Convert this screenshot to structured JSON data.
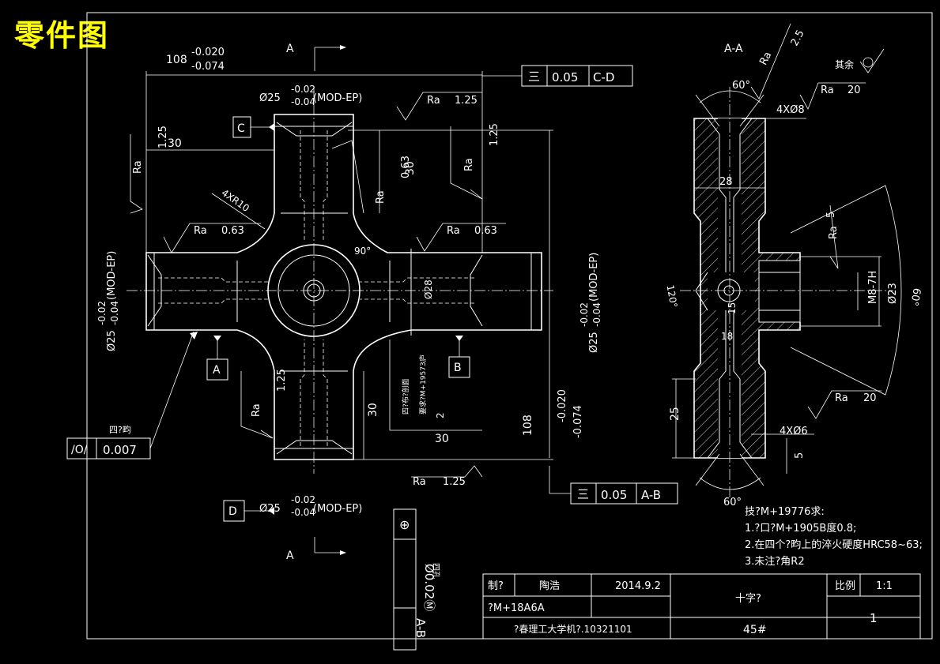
{
  "title": "零件图",
  "section_marks": {
    "front_top": "A",
    "front_bottom": "A",
    "side_view": "A-A"
  },
  "dimensions": {
    "overall_top": "108",
    "overall_top_upper": "-0.020",
    "overall_top_lower": "-0.074",
    "overall_right": "108",
    "overall_right_upper": "-0.020",
    "overall_right_lower": "-0.074",
    "arm_width_left": "30",
    "arm_width_top": "30",
    "arm_width_bottom_v": "30",
    "arm_width_bottom_h": "30",
    "arm_dia_main": "Ø25",
    "arm_dia_upper": "-0.02",
    "arm_dia_lower": "-0.04",
    "mod_suffix": "(MOD-EP)",
    "center_dia": "Ø28",
    "fillet": "4XR10",
    "angle_center": "90°",
    "small_gap": "2",
    "side_top_angle": "60°",
    "side_bottom_angle": "60°",
    "side_hole_top": "4XØ8",
    "side_hole_bottom": "4XØ6",
    "side_dia_28": "28",
    "side_120": "120°",
    "side_m8": "M8-7H",
    "side_d23": "Ø23",
    "side_60": "60°",
    "side_15": "15",
    "side_18": "18",
    "side_25": "25",
    "side_5": "5"
  },
  "roughness": {
    "prefix": "Ra",
    "r_125_left": "1.25",
    "r_063_left": "0.63",
    "r_125_top": "1.25",
    "r_063_mid": "0.63",
    "r_125_right": "1.25",
    "r_063_right": "0.63",
    "r_125_bottom": "1.25",
    "r_125_bottom_right": "1.25",
    "side_25": "2.5",
    "side_20_top": "20",
    "side_5": "5",
    "side_20_bottom": "20",
    "remaining_label": "其余"
  },
  "datums": {
    "a": "A",
    "b": "B",
    "c": "C",
    "d": "D"
  },
  "tolerance_frames": {
    "top": {
      "symbol": "三",
      "value": "0.05",
      "datum": "C-D"
    },
    "bottom": {
      "symbol": "三",
      "value": "0.05",
      "datum": "A-B"
    },
    "cylindricity": {
      "symbol": "/O/",
      "value": "0.007",
      "label": "四?畇"
    },
    "position": {
      "symbol": "⊕",
      "value": "Ø0.02Ⓜ",
      "datum": "A-B",
      "label": "四孔"
    }
  },
  "center_note": {
    "line1": "四?布?剖面",
    "line2": "要求?M+19573庐"
  },
  "requirements": {
    "heading": "技?M+19776求:",
    "item1": "1.?口?M+1905B度0.8;",
    "item2": "2.在四个?畇上的淬火硬度HRC58~63;",
    "item3": "3.未注?角R2"
  },
  "title_block": {
    "label_drawn": "制?",
    "drawer": "陶浩",
    "date": "2014.9.2",
    "part_name": "十字?",
    "label_scale": "比例",
    "scale": "1:1",
    "drawing_no": "?M+18A6A",
    "sheet": "1",
    "school": "?春理工大学机?.10321101",
    "material": "45#"
  },
  "colors": {
    "background": "#000000",
    "lines": "#ffffff",
    "title": "#ffff00"
  }
}
